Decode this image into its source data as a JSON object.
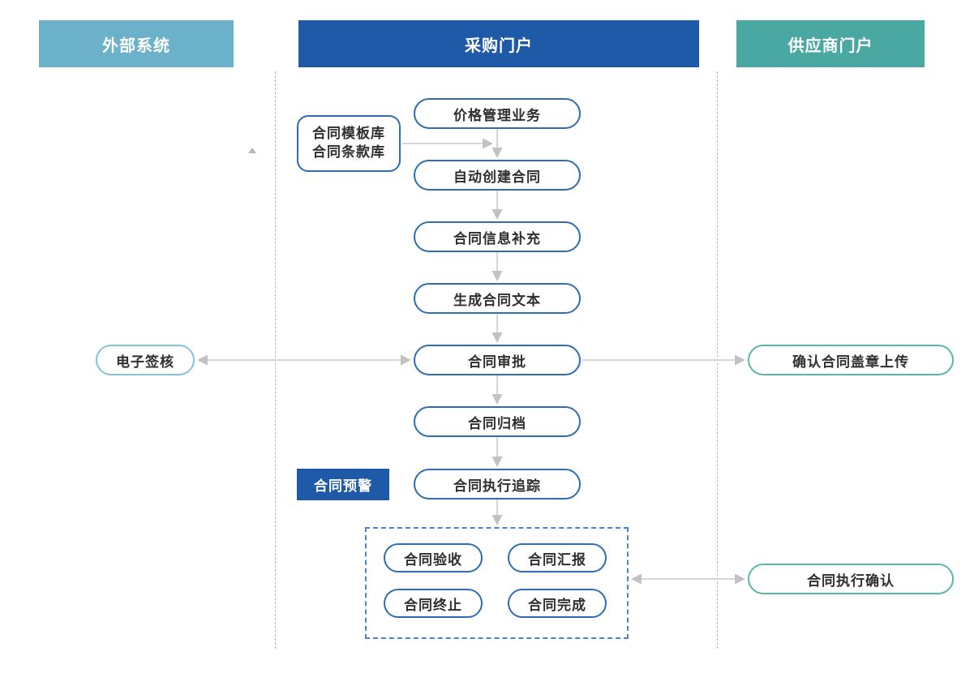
{
  "lanes": {
    "external": {
      "label": "外部系统",
      "color": "#6bb1c9"
    },
    "procurement": {
      "label": "采购门户",
      "color": "#1f5aa8"
    },
    "supplier": {
      "label": "供应商门户",
      "color": "#4aa8a2"
    }
  },
  "flow": {
    "price_mgmt": "价格管理业务",
    "auto_create": "自动创建合同",
    "info_supplement": "合同信息补充",
    "generate_text": "生成合同文本",
    "approval": "合同审批",
    "archive": "合同归档",
    "execution_tracking": "合同执行追踪"
  },
  "template_box": {
    "line1": "合同模板库",
    "line2": "合同条款库"
  },
  "alert_box": {
    "label": "合同预警"
  },
  "external_nodes": {
    "esign": "电子签核"
  },
  "supplier_nodes": {
    "stamp_upload": "确认合同盖章上传",
    "execution_confirm": "合同执行确认"
  },
  "execution_group": {
    "acceptance": "合同验收",
    "report": "合同汇报",
    "termination": "合同终止",
    "completion": "合同完成"
  },
  "colors": {
    "lane_external": "#6bb1c9",
    "lane_procurement": "#1f5aa8",
    "lane_supplier": "#4aa8a2",
    "node_border_blue": "#2e6cb3",
    "node_border_lightblue": "#82c3dc",
    "node_border_teal": "#57b7aa",
    "dashed_group_border": "#4f82c4",
    "arrow_line": "#d6d6d6",
    "arrow_head": "#c2c2c2",
    "text": "#2f2f2f"
  }
}
